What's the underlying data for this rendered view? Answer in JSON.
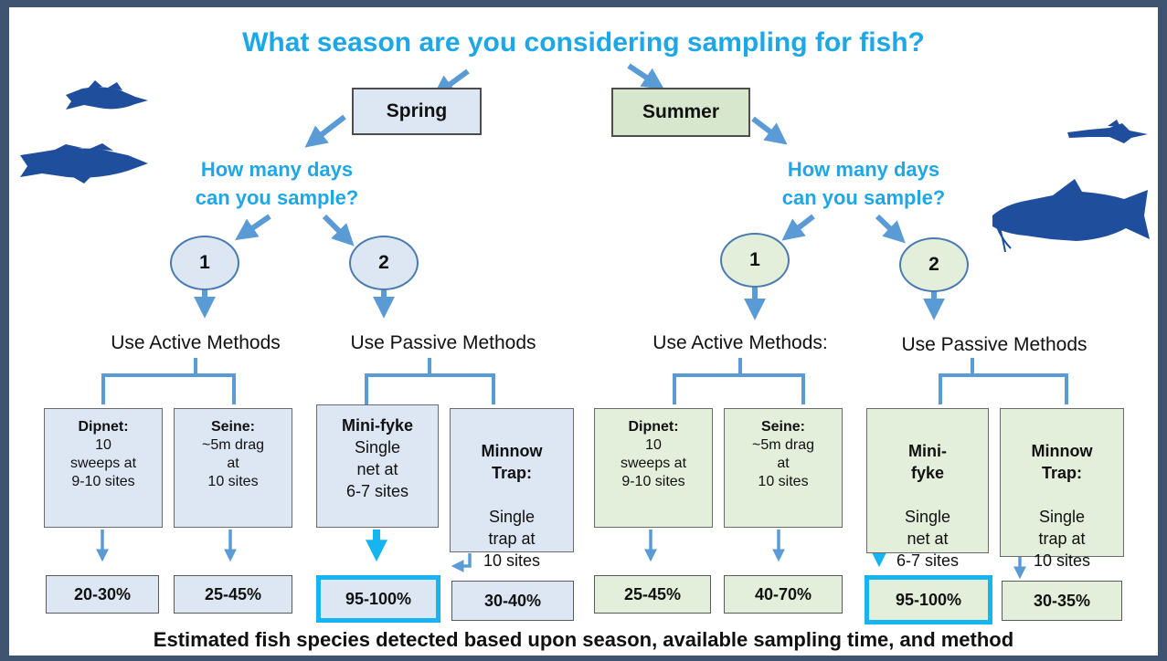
{
  "title": "What season are you considering sampling for fish?",
  "footer": "Estimated fish species detected based upon season, available sampling time, and method",
  "colors": {
    "accent": "#1ea7e6",
    "arrow": "#5b9bd5",
    "spring_fill": "#dde7f3",
    "summer_fill": "#d6e7cd",
    "fish": "#1f4e9c",
    "highlight": "#16b5f0",
    "background": "#3f5470"
  },
  "spring": {
    "label": "Spring",
    "question": "How many days\ncan you sample?",
    "day1": "1",
    "day2": "2",
    "active_label": "Use Active Methods",
    "passive_label": "Use Passive Methods",
    "methods": [
      {
        "name": "Dipnet:",
        "desc": "10\nsweeps at\n9-10 sites",
        "result": "20-30%"
      },
      {
        "name": "Seine:",
        "desc": "~5m drag\nat\n10 sites",
        "result": "25-45%"
      },
      {
        "name": "Mini-fyke",
        "desc": "Single\nnet at\n6-7 sites",
        "result": "95-100%"
      },
      {
        "name": "Minnow\nTrap:",
        "desc": "Single\ntrap at\n10 sites",
        "result": "30-40%"
      }
    ]
  },
  "summer": {
    "label": "Summer",
    "question": "How many days\ncan you sample?",
    "day1": "1",
    "day2": "2",
    "active_label": "Use Active Methods:",
    "passive_label": "Use Passive Methods",
    "methods": [
      {
        "name": "Dipnet:",
        "desc": "10\nsweeps at\n9-10 sites",
        "result": "25-45%"
      },
      {
        "name": "Seine:",
        "desc": "~5m drag\nat\n10 sites",
        "result": "40-70%"
      },
      {
        "name": "Mini-\nfyke",
        "desc": "Single\nnet at\n6-7 sites",
        "result": "95-100%"
      },
      {
        "name": "Minnow\nTrap:",
        "desc": "Single\ntrap at\n10 sites",
        "result": "30-35%"
      }
    ]
  },
  "fish_icons": [
    "small-fish-icon",
    "goby-fish-icon",
    "pike-fish-icon",
    "catfish-icon"
  ]
}
